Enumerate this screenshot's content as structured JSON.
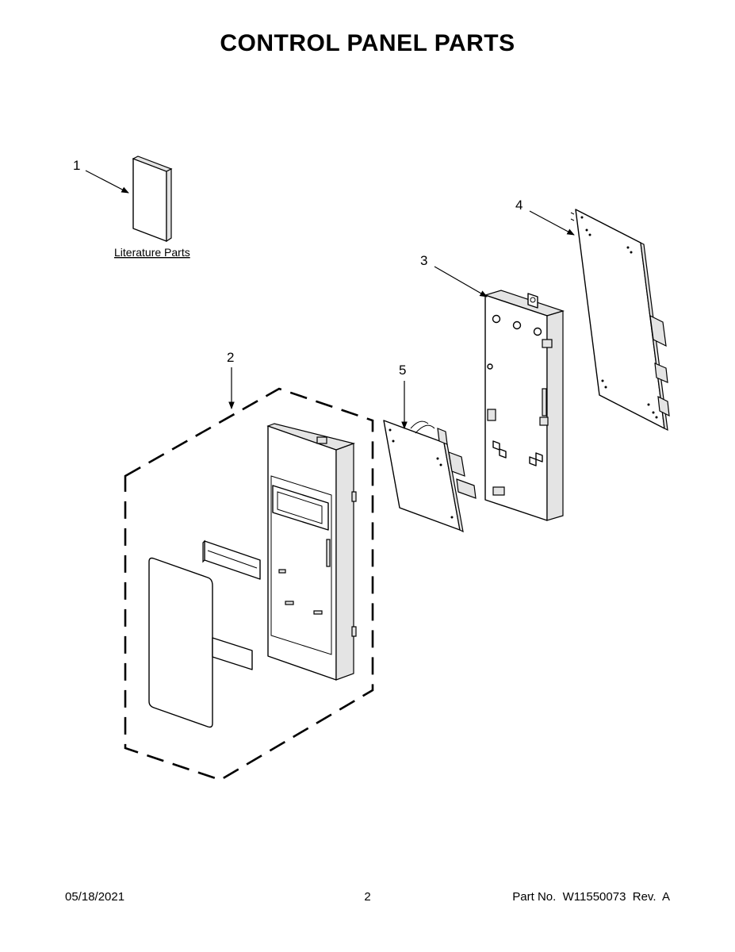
{
  "title": "CONTROL PANEL PARTS",
  "callouts": [
    {
      "id": "1",
      "label": "1"
    },
    {
      "id": "2",
      "label": "2"
    },
    {
      "id": "3",
      "label": "3"
    },
    {
      "id": "4",
      "label": "4"
    },
    {
      "id": "5",
      "label": "5"
    }
  ],
  "literature_link": "Literature Parts",
  "footer": {
    "date": "05/18/2021",
    "page": "2",
    "part_no": "Part No.  W11550073  Rev.  A"
  }
}
